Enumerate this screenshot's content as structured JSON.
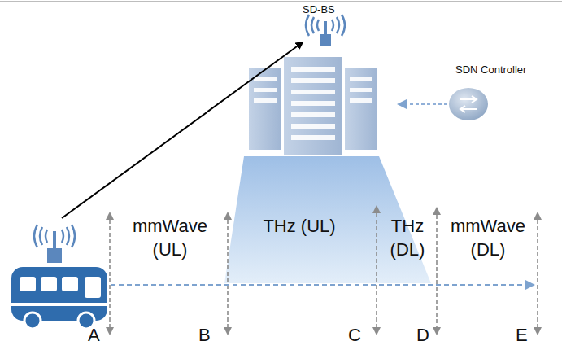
{
  "diagram": {
    "labels": [
      "SD-BS",
      "SDN Controller",
      "mmWave (UL)",
      "THz (UL)",
      "THz (DL)",
      "mmWave (DL)",
      "A",
      "B",
      "C",
      "D",
      "E"
    ]
  }
}
